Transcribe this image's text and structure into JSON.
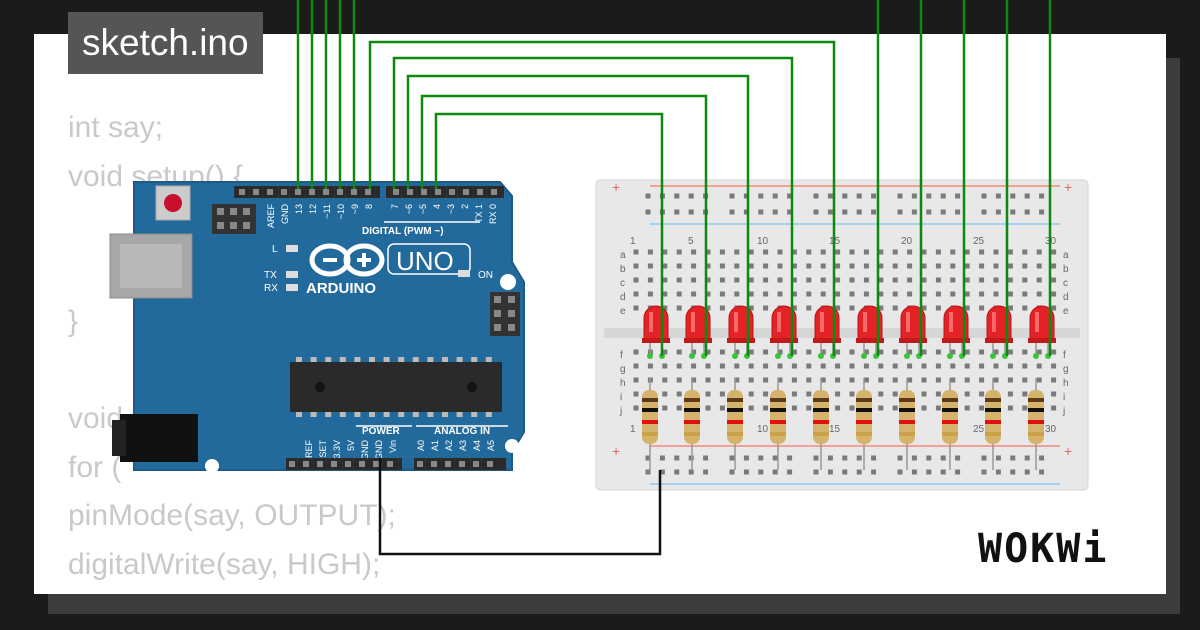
{
  "tab": {
    "title": "sketch.ino"
  },
  "code_lines": [
    "int say;",
    "void setup() {",
    "",
    "",
    "}",
    "",
    "void loop() {",
    "for (",
    "pinMode(say, OUTPUT);",
    "digitalWrite(say, HIGH);"
  ],
  "arduino": {
    "brand": "ARDUINO",
    "model": "UNO",
    "on_label": "ON",
    "l_label": "L",
    "tx_label": "TX",
    "rx_label": "RX",
    "digital_label": "DIGITAL (PWM ~)",
    "power_label": "POWER",
    "analog_label": "ANALOG IN",
    "top_pins": [
      "AREF",
      "GND",
      "13",
      "12",
      "~11",
      "~10",
      "~9",
      "8",
      "7",
      "~6",
      "~5",
      "4",
      "~3",
      "2",
      "TX 1",
      "RX 0"
    ],
    "power_pins": [
      "IOREF",
      "RESET",
      "3.3V",
      "5V",
      "GND",
      "GND",
      "Vin"
    ],
    "analog_pins": [
      "A0",
      "A1",
      "A2",
      "A3",
      "A4",
      "A5"
    ]
  },
  "breadboard": {
    "column_numbers": [
      "1",
      "5",
      "10",
      "15",
      "20",
      "25",
      "30"
    ],
    "row_letters_top": [
      "a",
      "b",
      "c",
      "d",
      "e"
    ],
    "row_letters_bottom": [
      "f",
      "g",
      "h",
      "i",
      "j"
    ],
    "plus": "+",
    "minus": "-"
  },
  "colors": {
    "board": "#236a9c",
    "wire": "#0d8a0d",
    "led": "#e52226",
    "accent": "#ffffff"
  },
  "branding": {
    "logo": "WOKWi"
  }
}
